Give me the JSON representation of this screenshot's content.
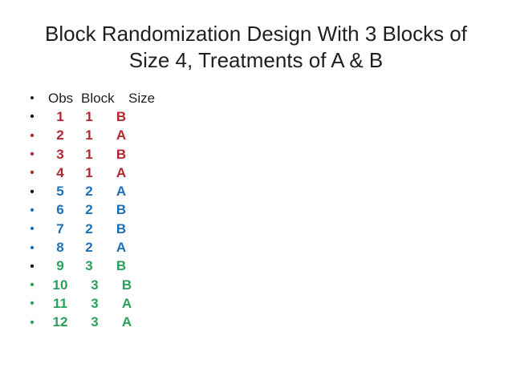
{
  "slide": {
    "title_line1": "Block Randomization Design With 3 Blocks of",
    "title_line2": "Size 4, Treatments of A & B"
  },
  "colors": {
    "title_text": "#1f1f1f",
    "header_text": "#1f1f1f",
    "bullet_black": "#111111",
    "block1": "#AF282F",
    "block2": "#1F6FB5",
    "block3": "#2BA05C"
  },
  "table": {
    "headers": [
      "Obs",
      "Block",
      "Size"
    ],
    "rows": [
      {
        "obs": "1",
        "block": "1",
        "size": "B",
        "color": "block1",
        "bullet": "black"
      },
      {
        "obs": "2",
        "block": "1",
        "size": "A",
        "color": "block1",
        "bullet": "block1"
      },
      {
        "obs": "3",
        "block": "1",
        "size": "B",
        "color": "block1",
        "bullet": "block1"
      },
      {
        "obs": "4",
        "block": "1",
        "size": "A",
        "color": "block1",
        "bullet": "block1"
      },
      {
        "obs": "5",
        "block": "2",
        "size": "A",
        "color": "block2",
        "bullet": "black"
      },
      {
        "obs": "6",
        "block": "2",
        "size": "B",
        "color": "block2",
        "bullet": "block2"
      },
      {
        "obs": "7",
        "block": "2",
        "size": "B",
        "color": "block2",
        "bullet": "block2"
      },
      {
        "obs": "8",
        "block": "2",
        "size": "A",
        "color": "block2",
        "bullet": "block2"
      },
      {
        "obs": "9",
        "block": "3",
        "size": "B",
        "color": "block3",
        "bullet": "black"
      },
      {
        "obs": "10",
        "block": "3",
        "size": "B",
        "color": "block3",
        "bullet": "block3"
      },
      {
        "obs": "11",
        "block": "3",
        "size": "A",
        "color": "block3",
        "bullet": "block3"
      },
      {
        "obs": "12",
        "block": "3",
        "size": "A",
        "color": "block3",
        "bullet": "block3"
      }
    ]
  }
}
